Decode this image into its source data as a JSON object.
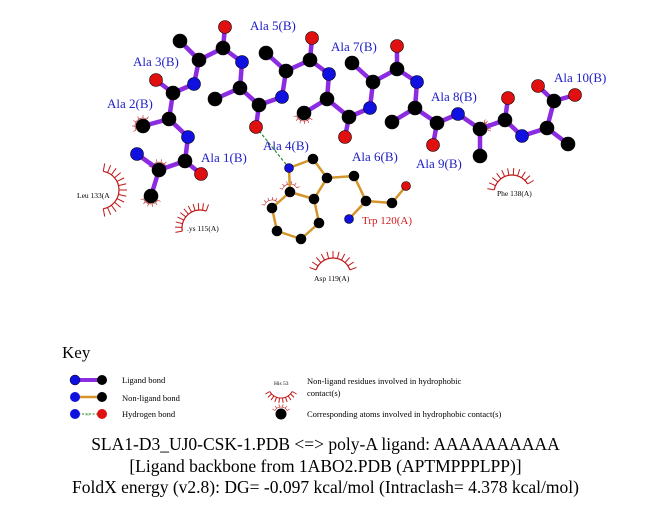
{
  "ligand": {
    "residues": [
      "Ala 1(B)",
      "Ala 2(B)",
      "Ala 3(B)",
      "Ala 4(B)",
      "Ala 5(B)",
      "Ala 6(B)",
      "Ala 7(B)",
      "Ala 8(B)",
      "Ala 9(B)",
      "Ala 10(B)"
    ],
    "color": "#8b2be2"
  },
  "non_ligand": {
    "residue": "Trp 120(A)",
    "bond_color": "#d4952a"
  },
  "hydrophobic": [
    "Leu 133(A",
    ".ys 115(A)",
    "Asp 119(A)",
    "Phe 138(A)"
  ],
  "key": {
    "title": "Key",
    "ligand_bond": "Ligand bond",
    "non_ligand_bond": "Non-ligand bond",
    "hydrogen_bond": "Hydrogen bond",
    "hbond_distance": "3.0",
    "example_residue": "His 53",
    "hydrophobic_residues": "Non-ligand residues involved in hydrophobic",
    "hydrophobic_residues_2": "contact(s)",
    "hydrophobic_atoms": "Corresponding atoms involved in hydrophobic contact(s)"
  },
  "colors": {
    "carbon": "#000000",
    "nitrogen": "#1010e0",
    "oxygen": "#e01010",
    "hbond": "#2a8a2a",
    "hydrophobic": "#c01818",
    "label": "#2020c8",
    "trp_label": "#d01818"
  },
  "footer": {
    "line1": "SLA1-D3_UJ0-CSK-1.PDB <=> poly-A ligand: AAAAAAAAAA",
    "line2": "[Ligand backbone from 1ABO2.PDB (APTMPPPLPP)]",
    "line3": "FoldX energy (v2.8): DG= -0.097 kcal/mol (Intraclash= 4.378 kcal/mol)"
  }
}
